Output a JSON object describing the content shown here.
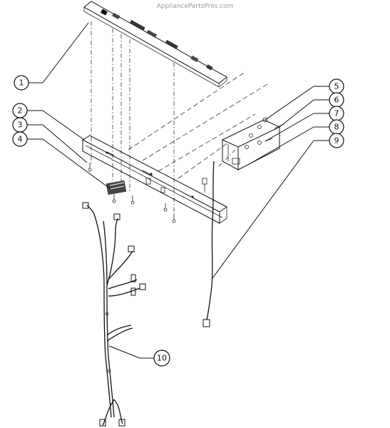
{
  "watermark": "AppliancePartsPros.com",
  "callouts": [
    {
      "label": "1"
    },
    {
      "label": "2"
    },
    {
      "label": "3"
    },
    {
      "label": "4"
    },
    {
      "label": "5"
    },
    {
      "label": "6"
    },
    {
      "label": "7"
    },
    {
      "label": "8"
    },
    {
      "label": "9"
    },
    {
      "label": "10"
    }
  ]
}
